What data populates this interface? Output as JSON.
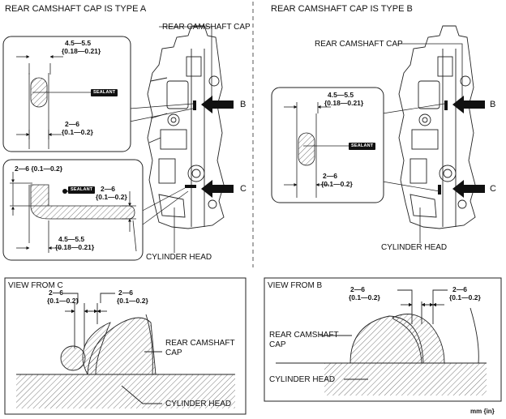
{
  "type_a": {
    "header": "REAR CAMSHAFT CAP IS TYPE A",
    "cap_label": "REAR CAMSHAFT CAP",
    "head_label": "CYLINDER HEAD",
    "arrow_b": "B",
    "arrow_c": "C",
    "detail_top": {
      "dim_top": "4.5—5.5",
      "dim_top_in": "{0.18—0.21}",
      "dim_bottom": "2—6",
      "dim_bottom_in": "{0.1—0.2}",
      "sealant": "SEALANT"
    },
    "detail_bottom": {
      "dim_left": "2—6 {0.1—0.2}",
      "dim_right": "2—6",
      "dim_right_in": "{0.1—0.2}",
      "dim_bottom": "4.5—5.5",
      "dim_bottom_in": "{0.18—0.21}",
      "sealant": "SEALANT"
    }
  },
  "type_b": {
    "header": "REAR CAMSHAFT CAP IS TYPE B",
    "cap_label": "REAR CAMSHAFT CAP",
    "head_label": "CYLINDER HEAD",
    "arrow_b": "B",
    "arrow_c": "C",
    "detail": {
      "dim_top": "4.5—5.5",
      "dim_top_in": "{0.18—0.21}",
      "dim_bottom": "2—6",
      "dim_bottom_in": "{0.1—0.2}",
      "sealant": "SEALANT"
    }
  },
  "view_c": {
    "title": "VIEW FROM C",
    "dim1": "2—6",
    "dim1_in": "{0.1—0.2}",
    "dim2": "2—6",
    "dim2_in": "{0.1—0.2}",
    "cap_label_1": "REAR CAMSHAFT",
    "cap_label_2": "CAP",
    "head_label": "CYLINDER HEAD"
  },
  "view_b": {
    "title": "VIEW FROM B",
    "dim1": "2—6",
    "dim1_in": "{0.1—0.2}",
    "dim2": "2—6",
    "dim2_in": "{0.1—0.2}",
    "cap_label_1": "REAR CAMSHAFT",
    "cap_label_2": "CAP",
    "head_label": "CYLINDER HEAD"
  },
  "units": "mm {in}"
}
